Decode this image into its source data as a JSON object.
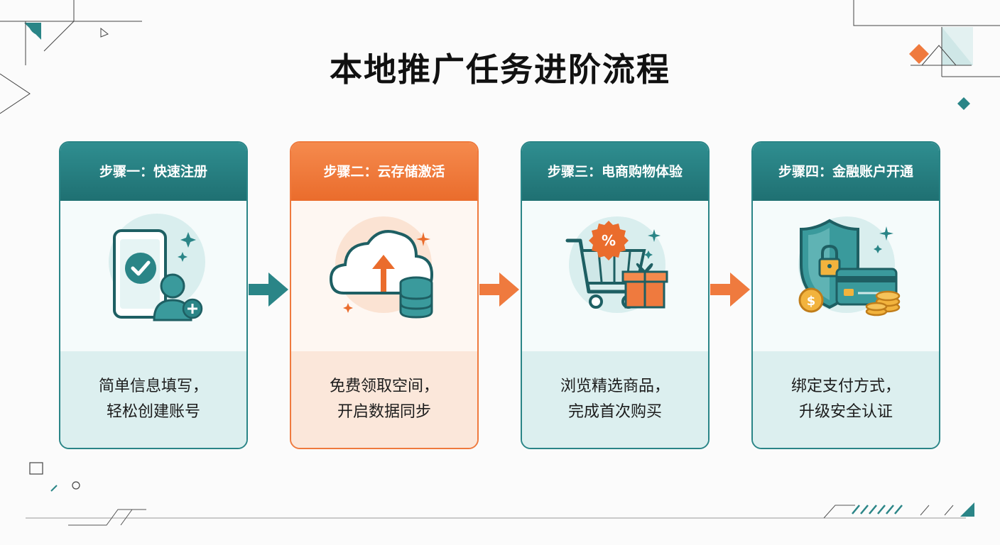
{
  "title": "本地推广任务进阶流程",
  "colors": {
    "teal": "#2a8587",
    "orange": "#ef7a3e",
    "dark": "#111111"
  },
  "steps": [
    {
      "header": "步骤一：快速注册",
      "icon": "phone-check-user-add-icon",
      "desc_line1": "简单信息填写，",
      "desc_line2": "轻松创建账号",
      "theme": "teal"
    },
    {
      "header": "步骤二：云存储激活",
      "icon": "cloud-upload-database-icon",
      "desc_line1": "免费领取空间，",
      "desc_line2": "开启数据同步",
      "theme": "orange"
    },
    {
      "header": "步骤三：电商购物体验",
      "icon": "shopping-cart-gift-icon",
      "desc_line1": "浏览精选商品，",
      "desc_line2": "完成首次购买",
      "theme": "teal"
    },
    {
      "header": "步骤四：金融账户开通",
      "icon": "shield-lock-card-coins-icon",
      "desc_line1": "绑定支付方式，",
      "desc_line2": "升级安全认证",
      "theme": "teal"
    }
  ],
  "arrows": [
    "teal",
    "orange",
    "orange"
  ]
}
